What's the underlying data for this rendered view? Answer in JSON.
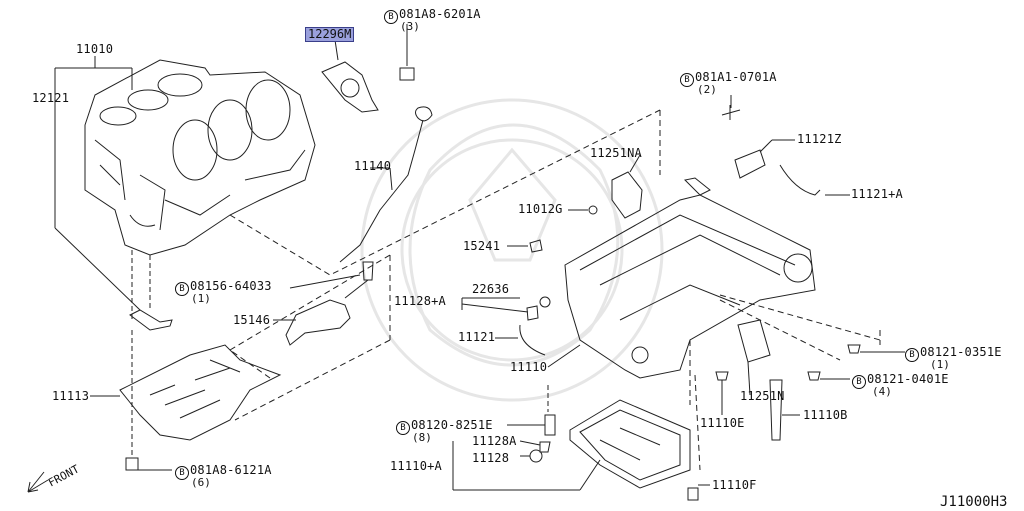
{
  "diagram_code": "J11000H3",
  "front_label": "FRONT",
  "bolt_symbol": "B",
  "highlighted_part": "12296M",
  "parts": {
    "p11010": "11010",
    "p12121": "12121",
    "p11140": "11140",
    "p15146": "15146",
    "p11113": "11113",
    "p11251NA": "11251NA",
    "p11121Z": "11121Z",
    "p11121A": "11121+A",
    "p11012G": "11012G",
    "p15241": "15241",
    "p11128A_top": "11128+A",
    "p22636": "22636",
    "p11121": "11121",
    "p11110": "11110",
    "p11251N": "11251N",
    "p11110E": "11110E",
    "p11110B": "11110B",
    "p11128A": "11128A",
    "p11128": "11128",
    "p11110A": "11110+A",
    "p11110F": "11110F"
  },
  "bolts": {
    "b1": {
      "code": "081A8-6201A",
      "qty": "(3)"
    },
    "b2": {
      "code": "081A1-0701A",
      "qty": "(2)"
    },
    "b3": {
      "code": "08156-64033",
      "qty": "(1)"
    },
    "b4": {
      "code": "08121-0351E",
      "qty": "(1)"
    },
    "b5": {
      "code": "08121-0401E",
      "qty": "(4)"
    },
    "b6": {
      "code": "08120-8251E",
      "qty": "(8)"
    },
    "b7": {
      "code": "081A8-6121A",
      "qty": "(6)"
    }
  },
  "colors": {
    "highlight": "#9aa0dc",
    "line": "#222222",
    "watermark": "#e6e6e6"
  }
}
